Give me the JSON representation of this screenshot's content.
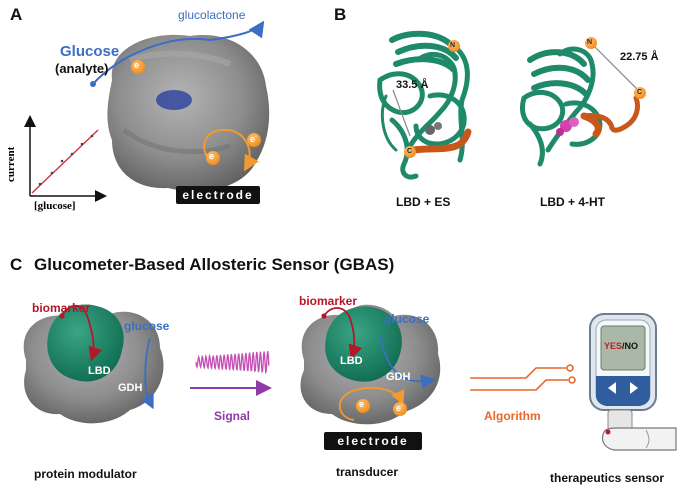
{
  "panels": {
    "a": {
      "label": "A",
      "product": "glucolactone",
      "analyte_name": "Glucose",
      "analyte_note": "(analyte)",
      "electron": "e",
      "electron_sup": "-",
      "electrode": "electrode",
      "graph": {
        "ylabel": "current",
        "xlabel": "[glucose]"
      }
    },
    "b": {
      "label": "B",
      "left_distance": "33.5 Å",
      "right_distance": "22.75 Å",
      "n_term": "N",
      "c_term": "C",
      "left_caption": "LBD + ES",
      "right_caption": "LBD + 4-HT"
    },
    "c": {
      "label": "C",
      "title": "Glucometer-Based Allosteric Sensor (GBAS)",
      "biomarker_1": "biomarker",
      "glucose_1": "glucose",
      "lbd_1": "LBD",
      "gdh_1": "GDH",
      "signal": "Signal",
      "biomarker_2": "biomarker",
      "glucose_2": "glucose",
      "lbd_2": "LBD",
      "gdh_2": "GDH",
      "electrode": "electrode",
      "algorithm": "Algorithm",
      "meter_yes": "YES",
      "meter_sep": "/",
      "meter_no": "NO",
      "caption_modulator": "protein modulator",
      "caption_transducer": "transducer",
      "caption_sensor": "therapeutics sensor"
    }
  },
  "colors": {
    "glucose_blue": "#3b6fc4",
    "electron_orange": "#f29a2e",
    "biomarker_red": "#b5172a",
    "lbd_green": "#1e8a6a",
    "signal_purple": "#8e3aa8",
    "algorithm_orange": "#e8672b",
    "protein_gray": "#8c8c8c",
    "helix_orange": "#c8581a",
    "ligand_magenta": "#d63fb0"
  }
}
